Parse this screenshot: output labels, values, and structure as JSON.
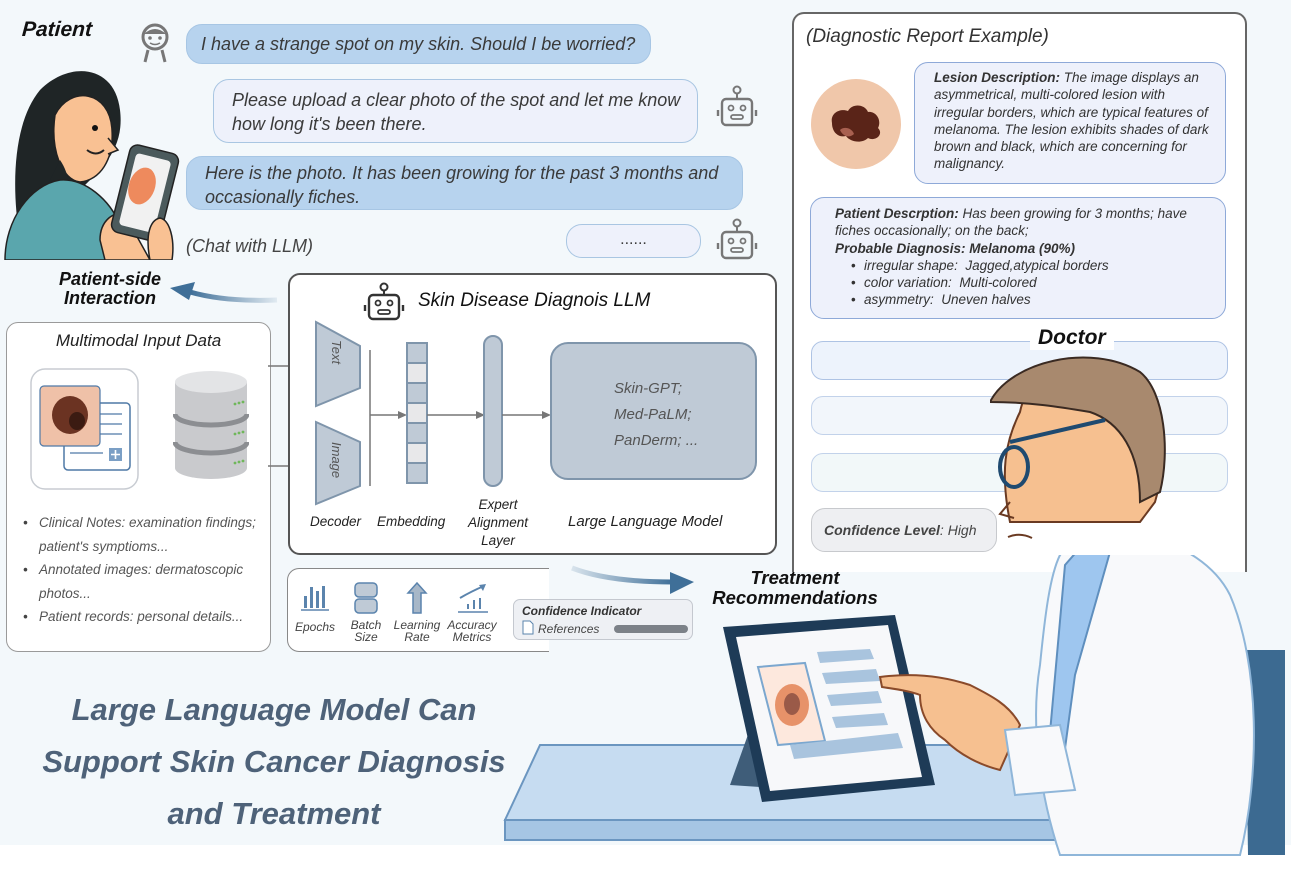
{
  "patient": {
    "label": "Patient",
    "chat_caption": "(Chat with LLM)",
    "messages": [
      {
        "role": "user",
        "text": "I have a strange spot on my skin. Should I be worried?"
      },
      {
        "role": "bot",
        "text": "Please upload a clear photo of the spot and let me know how long it's been there."
      },
      {
        "role": "user",
        "text": "Here is the photo. It has been growing for the past 3 months and occasionally fiches."
      },
      {
        "role": "bot",
        "text": "......"
      }
    ],
    "side_label": [
      "Patient-side",
      "Interaction"
    ]
  },
  "multimodal": {
    "title": "Multimodal Input Data",
    "items": [
      "Clinical Notes: examination findings; patient's symptioms...",
      "Annotated images: dermatoscopic photos...",
      "Patient records: personal details..."
    ]
  },
  "llm": {
    "title": "Skin Disease Diagnois LLM",
    "decoder_inputs": [
      "Text",
      "Image"
    ],
    "captions": {
      "decoder": "Decoder",
      "embedding": "Embedding",
      "alignment": [
        "Expert",
        "Alignment",
        "Layer"
      ],
      "llm": "Large Language Model"
    },
    "models": [
      "Skin-GPT;",
      "Med-PaLM;",
      "PanDerm; ..."
    ]
  },
  "hyperparams": {
    "items": [
      {
        "icon": "bar-chart-icon",
        "label": [
          "Epochs"
        ]
      },
      {
        "icon": "batch-icon",
        "label": [
          "Batch",
          "Size"
        ]
      },
      {
        "icon": "arrow-up-icon",
        "label": [
          "Learning",
          "Rate"
        ]
      },
      {
        "icon": "trend-icon",
        "label": [
          "Accuracy",
          "Metrics"
        ]
      }
    ],
    "confidence_indicator": {
      "title": "Confidence Indicator",
      "references": "References"
    }
  },
  "report": {
    "title": "(Diagnostic Report Example)",
    "lesion": {
      "heading": "Lesion Description:",
      "text": "The image displays an asymmetrical, multi-colored lesion with irregular borders, which are typical features of melanoma. The lesion exhibits shades of dark brown and black, which are concerning for malignancy."
    },
    "patient_description": {
      "heading": "Patient Descrption:",
      "text": "Has been growing for 3 months; have fiches occasionally; on the back;"
    },
    "diagnosis": {
      "heading": "Probable Diagnosis: Melanoma (90%)",
      "features": [
        {
          "name": "irregular shape",
          "value": "Jagged,atypical borders"
        },
        {
          "name": "color variation",
          "value": "Multi-colored"
        },
        {
          "name": "asymmetry",
          "value": "Uneven halves"
        }
      ]
    },
    "doctor_label": "Doctor",
    "confidence": {
      "label": "Confidence Level",
      "value": "High"
    }
  },
  "treatment_label": [
    "Treatment",
    "Recommendations"
  ],
  "main_title": [
    "Large Language Model Can",
    "Support Skin Cancer Diagnosis",
    "and Treatment"
  ],
  "colors": {
    "accent_blue": "#3f6f98",
    "bubble_user": "#b7d3ee",
    "bubble_bot": "#eef1fb",
    "title_slate": "#4e6279",
    "llm_core": "#bfcad6"
  }
}
